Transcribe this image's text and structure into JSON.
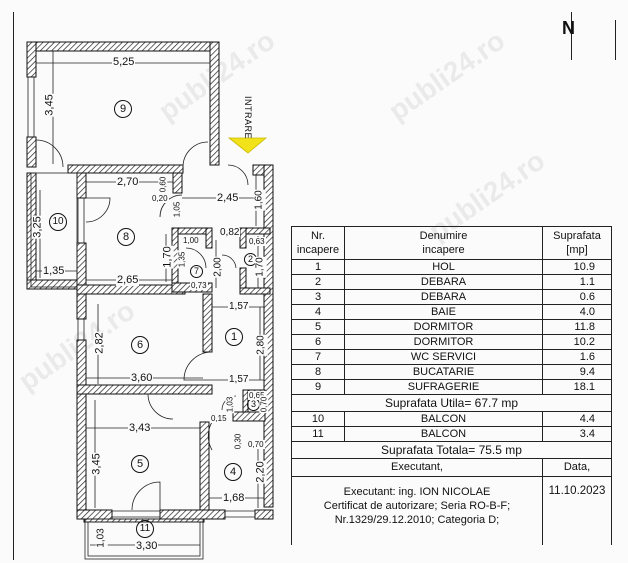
{
  "plan": {
    "entrance_label": "INTRARE",
    "entrance_arrow_color": "#f2e21a",
    "north_label": "N",
    "watermark": "publi24.ro",
    "rooms": [
      {
        "id": "9",
        "label": "9"
      },
      {
        "id": "10",
        "label": "10"
      },
      {
        "id": "8",
        "label": "8"
      },
      {
        "id": "7",
        "label": "7"
      },
      {
        "id": "2",
        "label": "2"
      },
      {
        "id": "6",
        "label": "6"
      },
      {
        "id": "1",
        "label": "1"
      },
      {
        "id": "3",
        "label": "3"
      },
      {
        "id": "5",
        "label": "5"
      },
      {
        "id": "4",
        "label": "4"
      },
      {
        "id": "11",
        "label": "11"
      }
    ],
    "dimensions": {
      "r9_width": "5,25",
      "r9_height": "3,45",
      "r8_width_top": "2,70",
      "r8_width_bottom": "2,65",
      "r8_height": "1,70",
      "r8_small_a": "0,60",
      "r8_small_b": "0,20",
      "r8_door": "1,05",
      "r10_height": "3,25",
      "r10_width": "1,35",
      "hall_width": "2,45",
      "hall_height": "1,60",
      "r7_width": "1,00",
      "r7_height": "1,35",
      "r7_bottom": "0,73",
      "r7_side": "2,00",
      "corridor_width": "0,82",
      "r2_width": "0,63",
      "r2_height": "1,70",
      "r6_width": "3,60",
      "r6_height": "2,82",
      "r1_width_top": "1,57",
      "r1_width_bottom": "1,57",
      "r1_height": "2,80",
      "r3_width": "0,65",
      "r3_height": "0,70",
      "r3_door": "1,03",
      "small_015": "0,15",
      "r4_a": "0,30",
      "r4_b": "0,70",
      "r5_width": "3,43",
      "r5_height": "3,45",
      "r4_width": "1,68",
      "r4_height": "2,20",
      "r11_width": "3,30",
      "r11_height": "1,03"
    }
  },
  "table": {
    "headers": {
      "nr_line1": "Nr.",
      "nr_line2": "incapere",
      "name_line1": "Denumire",
      "name_line2": "incapere",
      "area_line1": "Suprafata",
      "area_line2": "[mp]"
    },
    "rows": [
      {
        "nr": "1",
        "name": "HOL",
        "area": "10.9"
      },
      {
        "nr": "2",
        "name": "DEBARA",
        "area": "1.1"
      },
      {
        "nr": "3",
        "name": "DEBARA",
        "area": "0.6"
      },
      {
        "nr": "4",
        "name": "BAIE",
        "area": "4.0"
      },
      {
        "nr": "5",
        "name": "DORMITOR",
        "area": "11.8"
      },
      {
        "nr": "6",
        "name": "DORMITOR",
        "area": "10.2"
      },
      {
        "nr": "7",
        "name": "WC SERVICI",
        "area": "1.6"
      },
      {
        "nr": "8",
        "name": "BUCATARIE",
        "area": "9.4"
      },
      {
        "nr": "9",
        "name": "SUFRAGERIE",
        "area": "18.1"
      }
    ],
    "useful_area": "Suprafata Utila= 67.7 mp",
    "balcony_rows": [
      {
        "nr": "10",
        "name": "BALCON",
        "area": "4.4"
      },
      {
        "nr": "11",
        "name": "BALCON",
        "area": "3.4"
      }
    ],
    "total_area": "Suprafata Totala= 75.5 mp",
    "executant_header": "Executant,",
    "date_header": "Data,",
    "executant_line1": "Executant: ing. ION NICOLAE",
    "executant_line2": "Certificat de autorizare; Seria RO-B-F;",
    "executant_line3": "Nr.1329/29.12.2010; Categoria D;",
    "date": "11.10.2023"
  }
}
